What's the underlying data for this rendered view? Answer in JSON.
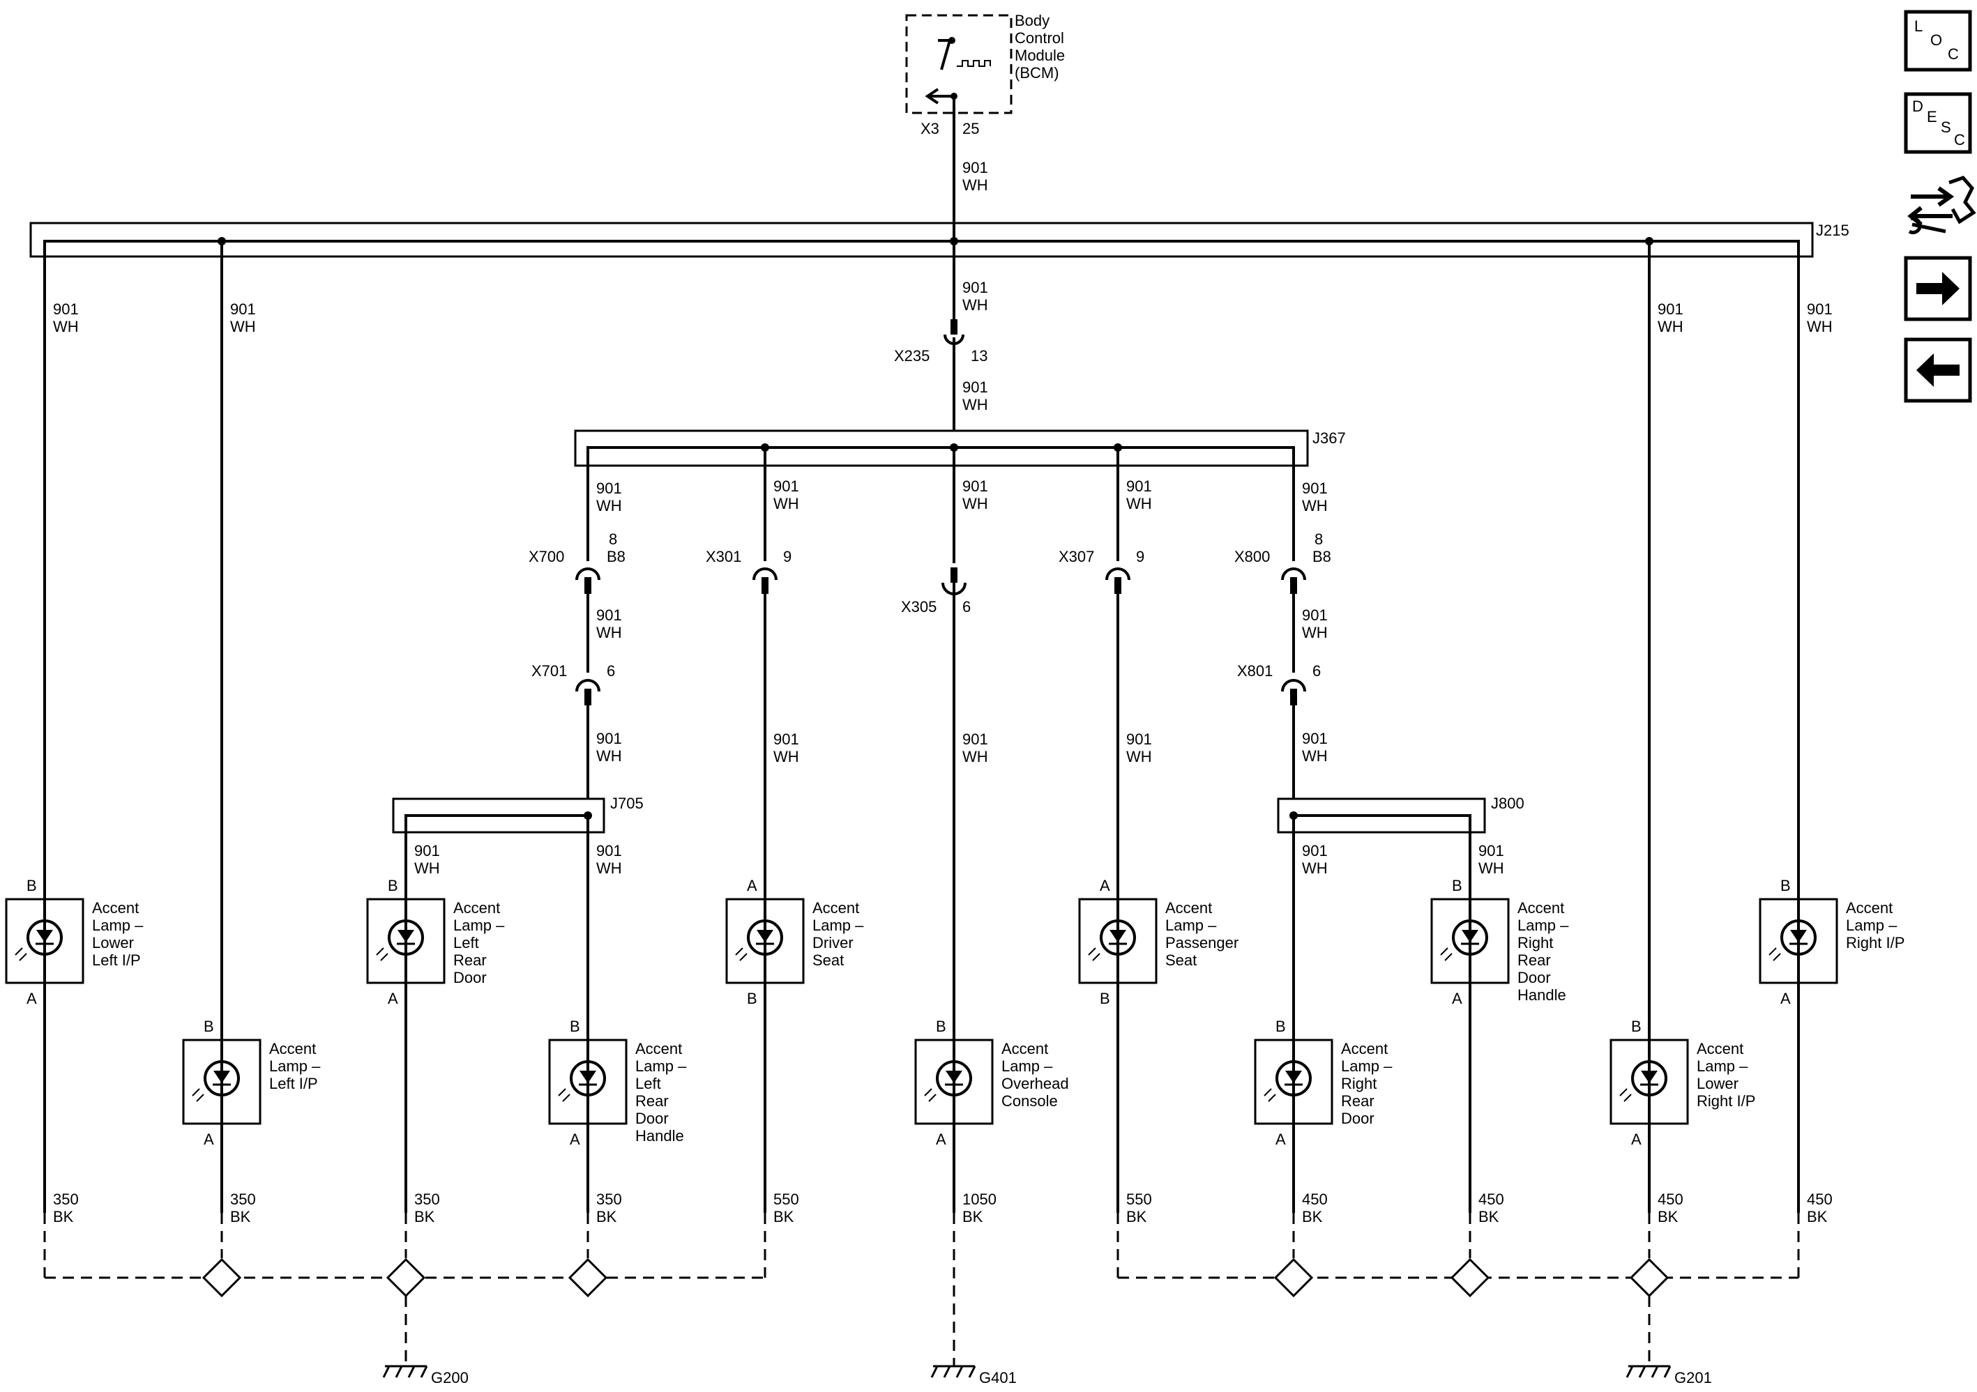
{
  "module": {
    "name": [
      "Body",
      "Control",
      "Module",
      "(BCM)"
    ],
    "connector": "X3",
    "pin": "25"
  },
  "wire_color": "901",
  "wire_code": "WH",
  "splices": {
    "j215": "J215",
    "j367": "J367",
    "j705": "J705",
    "j800": "J800"
  },
  "connectors": {
    "x235": {
      "name": "X235",
      "pin": "13"
    },
    "x700": {
      "name": "X700",
      "pin_a": "8",
      "pin_b": "B8"
    },
    "x701": {
      "name": "X701",
      "pin": "6"
    },
    "x301": {
      "name": "X301",
      "pin": "9"
    },
    "x305": {
      "name": "X305",
      "pin": "6"
    },
    "x307": {
      "name": "X307",
      "pin": "9"
    },
    "x800": {
      "name": "X800",
      "pin_a": "8",
      "pin_b": "B8"
    },
    "x801": {
      "name": "X801",
      "pin": "6"
    }
  },
  "lamps": [
    {
      "label": [
        "Accent",
        "Lamp –",
        "Lower",
        "Left I/P"
      ],
      "top_pin": "B",
      "bottom_pin": "A",
      "ground_gauge": "350",
      "ground_color": "BK"
    },
    {
      "label": [
        "Accent",
        "Lamp –",
        "Left I/P"
      ],
      "top_pin": "B",
      "bottom_pin": "A",
      "ground_gauge": "350",
      "ground_color": "BK"
    },
    {
      "label": [
        "Accent",
        "Lamp –",
        "Left",
        "Rear",
        "Door"
      ],
      "top_pin": "B",
      "bottom_pin": "A",
      "ground_gauge": "350",
      "ground_color": "BK"
    },
    {
      "label": [
        "Accent",
        "Lamp –",
        "Left",
        "Rear",
        "Door",
        "Handle"
      ],
      "top_pin": "B",
      "bottom_pin": "A",
      "ground_gauge": "350",
      "ground_color": "BK"
    },
    {
      "label": [
        "Accent",
        "Lamp –",
        "Driver",
        "Seat"
      ],
      "top_pin": "A",
      "bottom_pin": "B",
      "ground_gauge": "550",
      "ground_color": "BK"
    },
    {
      "label": [
        "Accent",
        "Lamp –",
        "Overhead",
        "Console"
      ],
      "top_pin": "B",
      "bottom_pin": "A",
      "ground_gauge": "1050",
      "ground_color": "BK"
    },
    {
      "label": [
        "Accent",
        "Lamp –",
        "Passenger",
        "Seat"
      ],
      "top_pin": "A",
      "bottom_pin": "B",
      "ground_gauge": "550",
      "ground_color": "BK"
    },
    {
      "label": [
        "Accent",
        "Lamp –",
        "Right",
        "Rear",
        "Door"
      ],
      "top_pin": "B",
      "bottom_pin": "A",
      "ground_gauge": "450",
      "ground_color": "BK"
    },
    {
      "label": [
        "Accent",
        "Lamp –",
        "Right",
        "Rear",
        "Door",
        "Handle"
      ],
      "top_pin": "B",
      "bottom_pin": "A",
      "ground_gauge": "450",
      "ground_color": "BK"
    },
    {
      "label": [
        "Accent",
        "Lamp –",
        "Lower",
        "Right I/P"
      ],
      "top_pin": "B",
      "bottom_pin": "A",
      "ground_gauge": "450",
      "ground_color": "BK"
    },
    {
      "label": [
        "Accent",
        "Lamp –",
        "Right I/P"
      ],
      "top_pin": "B",
      "bottom_pin": "A",
      "ground_gauge": "450",
      "ground_color": "BK"
    }
  ],
  "grounds": [
    "G200",
    "G401",
    "G201"
  ],
  "side_buttons": [
    {
      "icon": "loc-icon",
      "letters": [
        "L",
        "O",
        "C"
      ]
    },
    {
      "icon": "desc-icon",
      "letters": [
        "D",
        "E",
        "S",
        "C"
      ]
    },
    {
      "icon": "harness-wrench-icon"
    },
    {
      "icon": "arrow-right-icon"
    },
    {
      "icon": "arrow-left-icon"
    }
  ]
}
